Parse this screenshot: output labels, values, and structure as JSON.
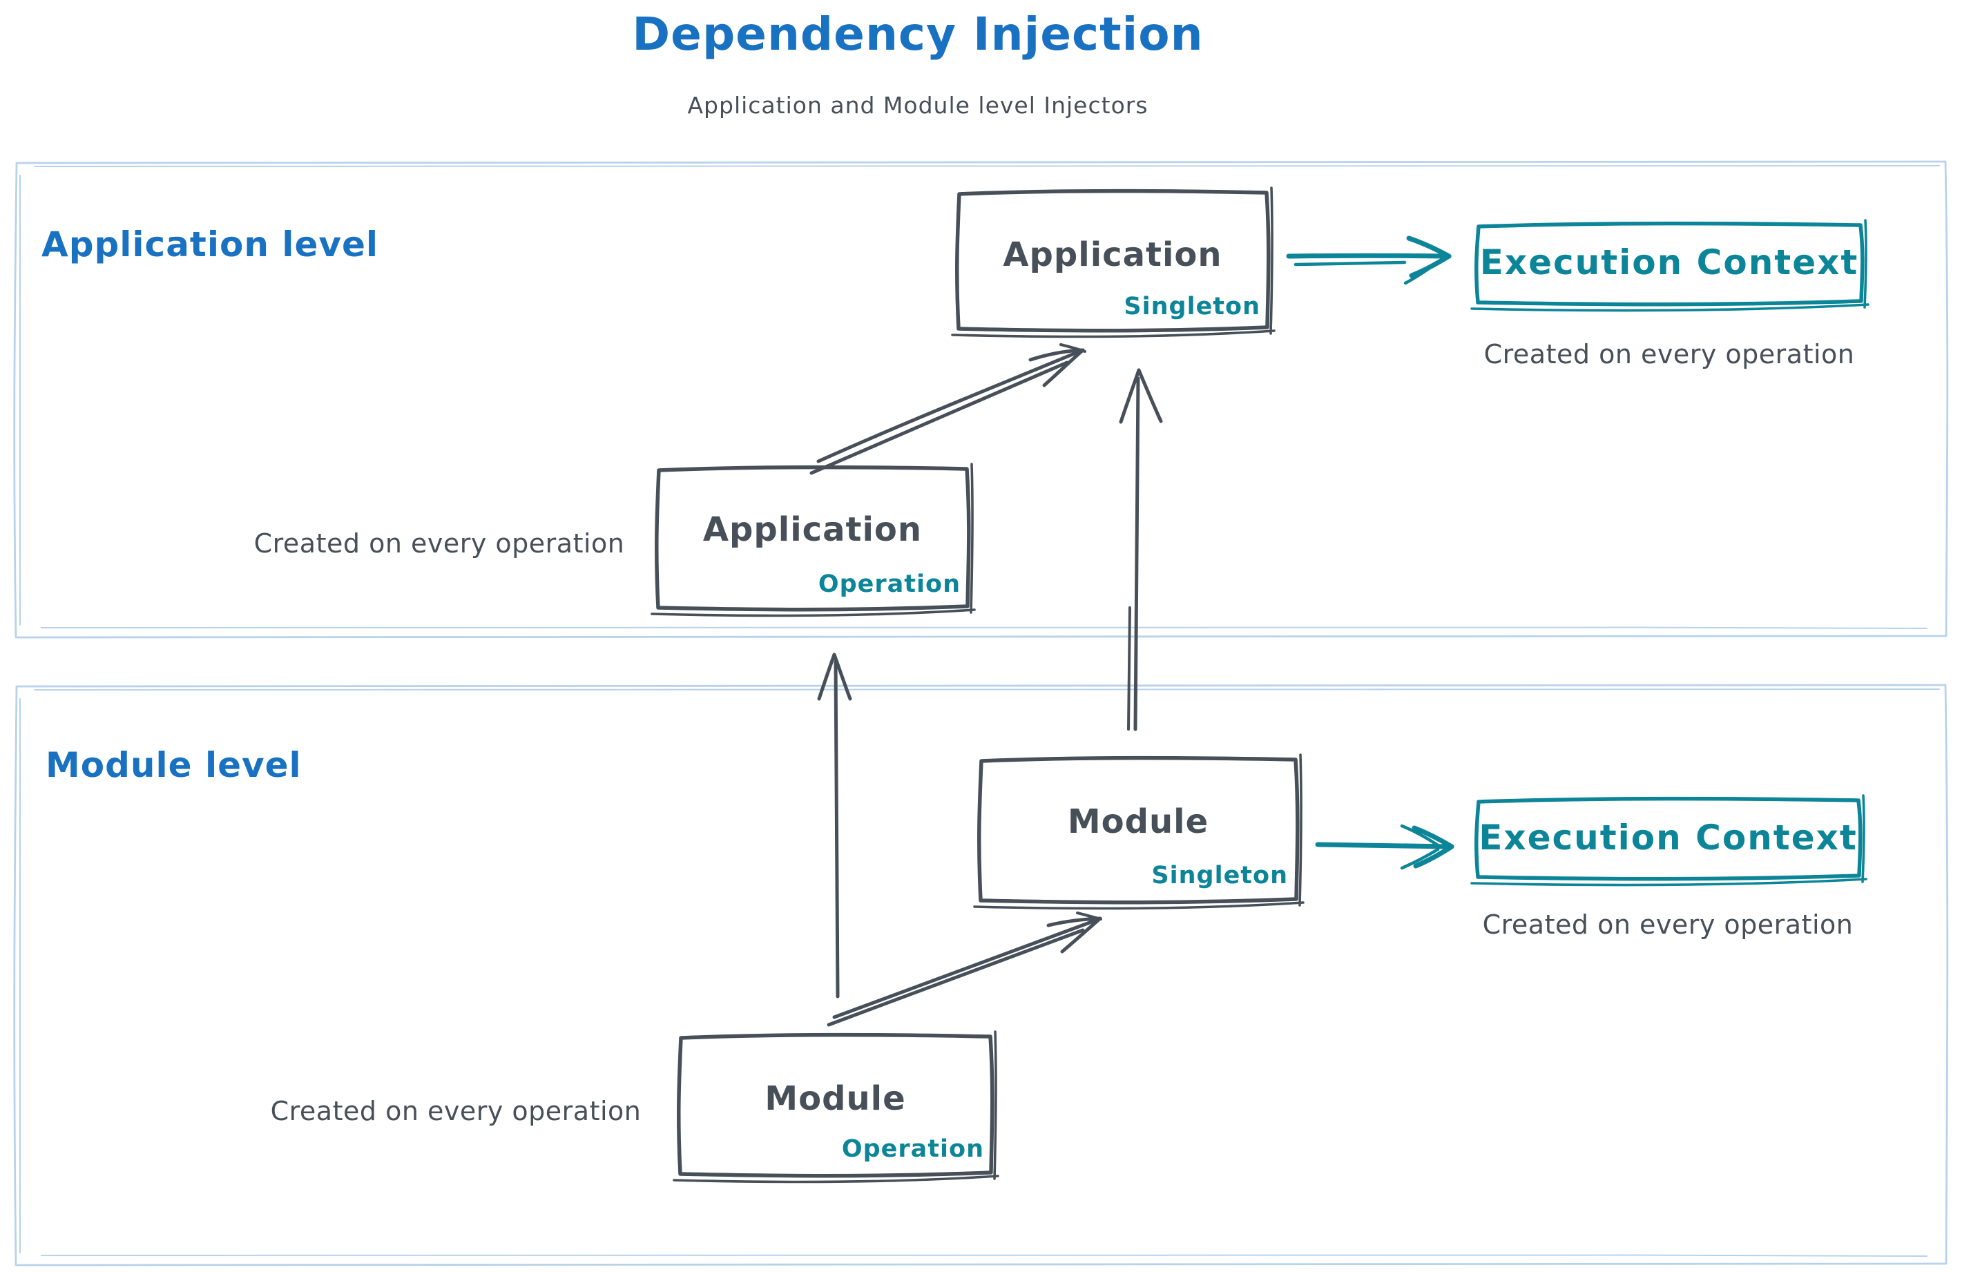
{
  "title": "Dependency Injection",
  "subtitle": "Application and Module level Injectors",
  "colors": {
    "heading_blue": "#1971c2",
    "sketch_dark": "#475059",
    "accent_teal": "#0c8599",
    "container_border": "#b9d2ec"
  },
  "sections": {
    "application": {
      "label": "Application level",
      "nodes": {
        "singleton": {
          "title": "Application",
          "badge": "Singleton"
        },
        "operation": {
          "title": "Application",
          "badge": "Operation",
          "caption": "Created on every operation"
        },
        "execution_context": {
          "title": "Execution Context",
          "caption": "Created on every operation"
        }
      }
    },
    "module": {
      "label": "Module level",
      "nodes": {
        "singleton": {
          "title": "Module",
          "badge": "Singleton"
        },
        "operation": {
          "title": "Module",
          "badge": "Operation",
          "caption": "Created on every operation"
        },
        "execution_context": {
          "title": "Execution Context",
          "caption": "Created on every operation"
        }
      }
    }
  }
}
